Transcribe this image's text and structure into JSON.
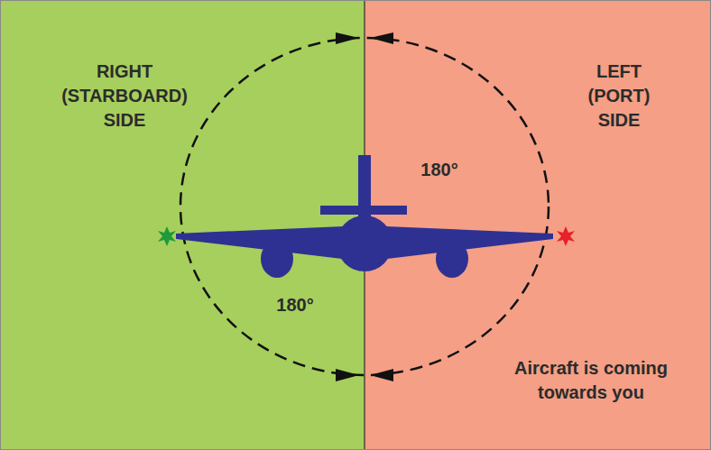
{
  "diagram": {
    "nodes": [
      {
        "text": [
          "RIGHT (STARBOARD) SIDE"
        ]
      },
      {
        "text": [
          "LEFT (PORT) SIDE"
        ]
      }
    ],
    "labels": [
      "180°",
      "180°",
      "Aircraft is coming towards you"
    ]
  }
}
